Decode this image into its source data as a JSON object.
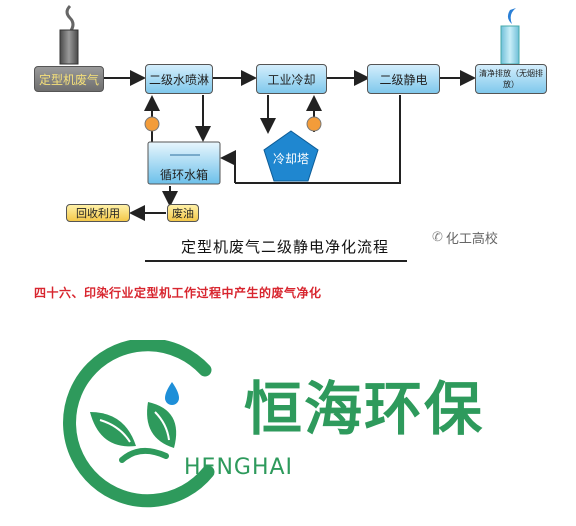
{
  "flow": {
    "source": "定型机废气",
    "spray": "二级水喷淋",
    "cooling": "工业冷却",
    "esp": "二级静电",
    "outlet": "清净排放（无烟排放）",
    "tower": "冷却塔",
    "tank": "循环水箱",
    "waste_oil": "废油",
    "recycle": "回收利用"
  },
  "caption": "定型机废气二级静电净化流程",
  "watermark": "化工高校",
  "subtitle": "四十六、印染行业定型机工作过程中产生的废气净化",
  "brand": {
    "name_cn": "恒海环保",
    "name_en": "HENGHAI"
  },
  "colors": {
    "brand_green": "#2e9a5c",
    "subtitle_red": "#d8262f",
    "box_blue": "#7fc8ec",
    "tower_blue": "#1f87d0"
  }
}
